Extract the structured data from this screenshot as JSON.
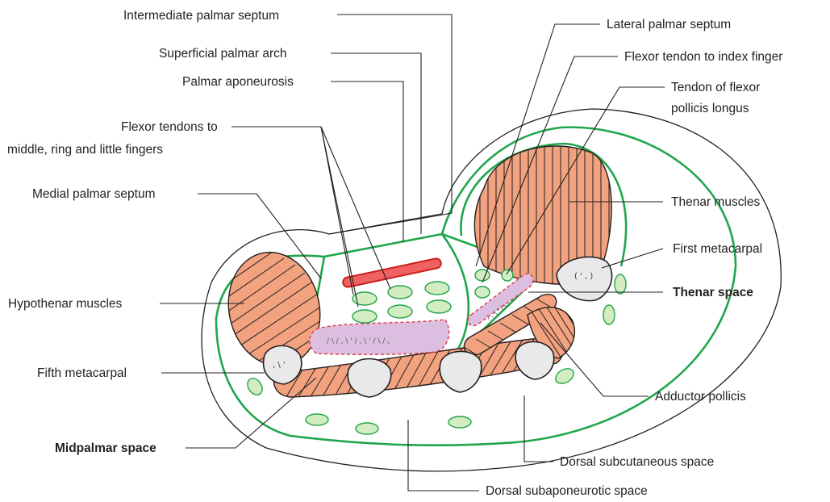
{
  "labels": {
    "intermediate_palmar_septum": "Intermediate palmar septum",
    "superficial_palmar_arch": "Superficial palmar arch",
    "palmar_aponeurosis": "Palmar aponeurosis",
    "flexor_tendons_line1": "Flexor tendons to",
    "flexor_tendons_line2": "middle, ring and little fingers",
    "medial_palmar_septum": "Medial palmar septum",
    "hypothenar_muscles": "Hypothenar muscles",
    "fifth_metacarpal": "Fifth metacarpal",
    "midpalmar_space": "Midpalmar space",
    "lateral_palmar_septum": "Lateral palmar septum",
    "flexor_tendon_index": "Flexor tendon to index finger",
    "tendon_fpl_line1": "Tendon of flexor",
    "tendon_fpl_line2": "pollicis longus",
    "thenar_muscles": "Thenar muscles",
    "first_metacarpal": "First metacarpal",
    "thenar_space": "Thenar space",
    "adductor_pollicis": "Adductor pollicis",
    "dorsal_subcutaneous_space": "Dorsal subcutaneous space",
    "dorsal_subaponeurotic_space": "Dorsal subaponeurotic space"
  },
  "colors": {
    "fascia": "#1fa64a",
    "muscle": "#f2a27e",
    "tendon": "#d4ecc1",
    "bone": "#e9e9e9",
    "fascial_space": "#dcbfe0",
    "arterial_arch": "#f06262",
    "text": "#231f20"
  }
}
